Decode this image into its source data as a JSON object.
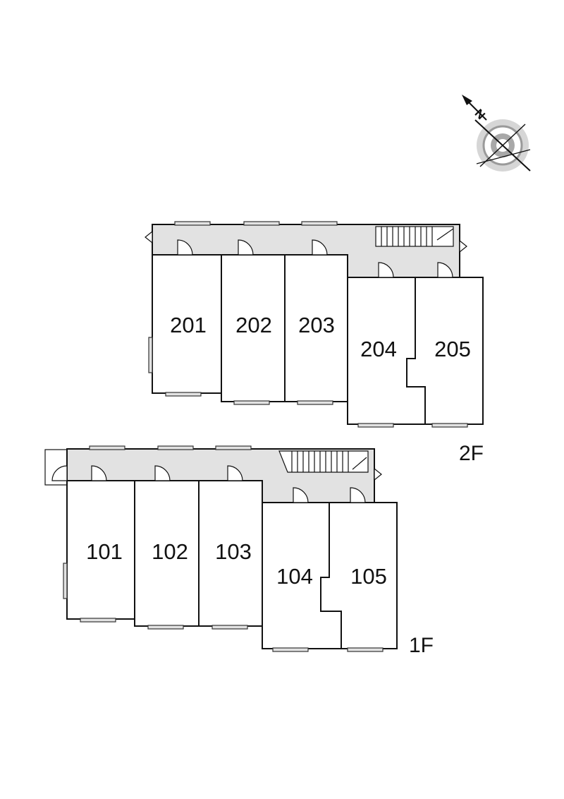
{
  "compass": {
    "icon": "north-compass-icon",
    "north_label": "N"
  },
  "floors": [
    {
      "id": "2F",
      "label": "2F",
      "units": [
        "201",
        "202",
        "203",
        "204",
        "205"
      ]
    },
    {
      "id": "1F",
      "label": "1F",
      "units": [
        "101",
        "102",
        "103",
        "104",
        "105"
      ]
    }
  ],
  "colors": {
    "corridor": "#e2e2e2",
    "wall": "#111111",
    "background": "#ffffff"
  }
}
